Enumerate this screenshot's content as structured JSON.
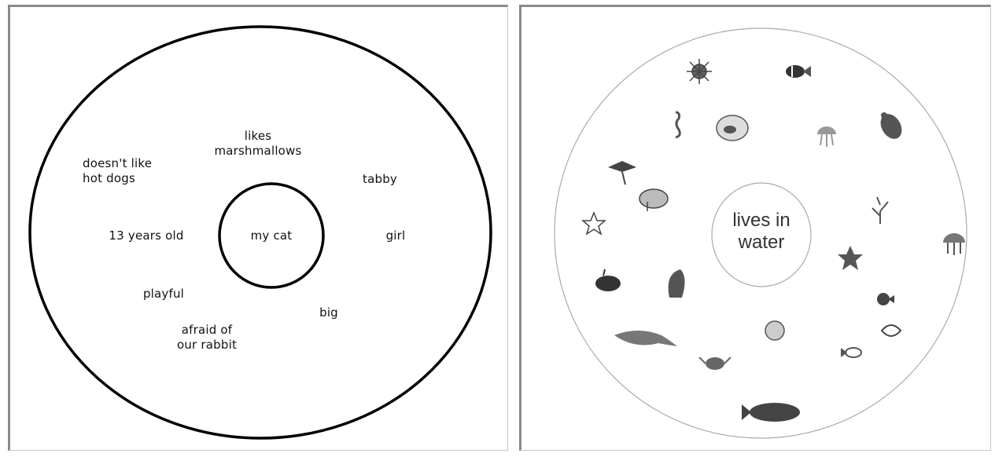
{
  "left_diagram": {
    "center_label": "my cat",
    "attributes": [
      "likes\nmarshmallows",
      "doesn't like\nhot dogs",
      "tabby",
      "13 years old",
      "girl",
      "playful",
      "big",
      "afraid of\nour rabbit"
    ]
  },
  "right_diagram": {
    "center_label": "lives in\nwater",
    "icons": [
      "sea-urchin-icon",
      "tropical-fish-icon",
      "seahorse-icon",
      "fishbowl-icon",
      "jellyfish-icon",
      "sea-turtle-icon",
      "manta-ray-icon",
      "walrus-icon",
      "coral-icon",
      "starfish-icon",
      "jellyfish-icon",
      "whale-icon",
      "shell-icon",
      "starfish-icon",
      "pufferfish-icon",
      "dolphin-icon",
      "clam-icon",
      "crab-icon",
      "fish-icon",
      "fish-icon",
      "whale-icon"
    ],
    "accent_color": "#555555"
  }
}
